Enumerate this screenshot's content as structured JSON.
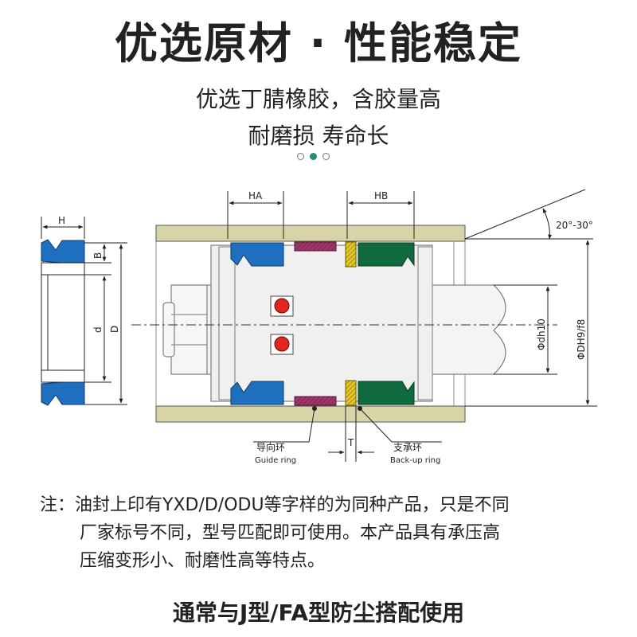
{
  "header": {
    "title": "优选原材 · 性能稳定",
    "subtitle_line1": "优选丁腈橡胶，含胶量高",
    "subtitle_line2": "耐磨损 寿命长"
  },
  "carousel": {
    "count": 3,
    "active_index": 1
  },
  "diagram": {
    "dim_H": "H",
    "dim_B": "B",
    "dim_d": "d",
    "dim_D": "D",
    "dim_HA": "HA",
    "dim_HB": "HB",
    "dim_angle": "20°-30°",
    "dim_dh10": "Φdh10",
    "dim_DH9": "ΦDH9/f8",
    "dim_T": "T",
    "guide_ring_cn": "导向环",
    "guide_ring_en": "Guide ring",
    "backup_ring_cn": "支承环",
    "backup_ring_en": "Back-up ring",
    "colors": {
      "seal_blue": "#1e6fc0",
      "seal_green": "#0f6b3e",
      "guide_ring": "#a0366a",
      "backup_ring": "#e0c020",
      "cylinder": "#d7d4a8",
      "oring_red": "#e0281e"
    }
  },
  "note": {
    "line1": "注：油封上印有YXD/D/ODU等字样的为同种产品，只是不同",
    "line2": "厂家标号不同，型号匹配即可使用。本产品具有承压高",
    "line3": "压缩变形小、耐磨性高等特点。"
  },
  "footer": {
    "text": "通常与J型/FA型防尘搭配使用"
  }
}
